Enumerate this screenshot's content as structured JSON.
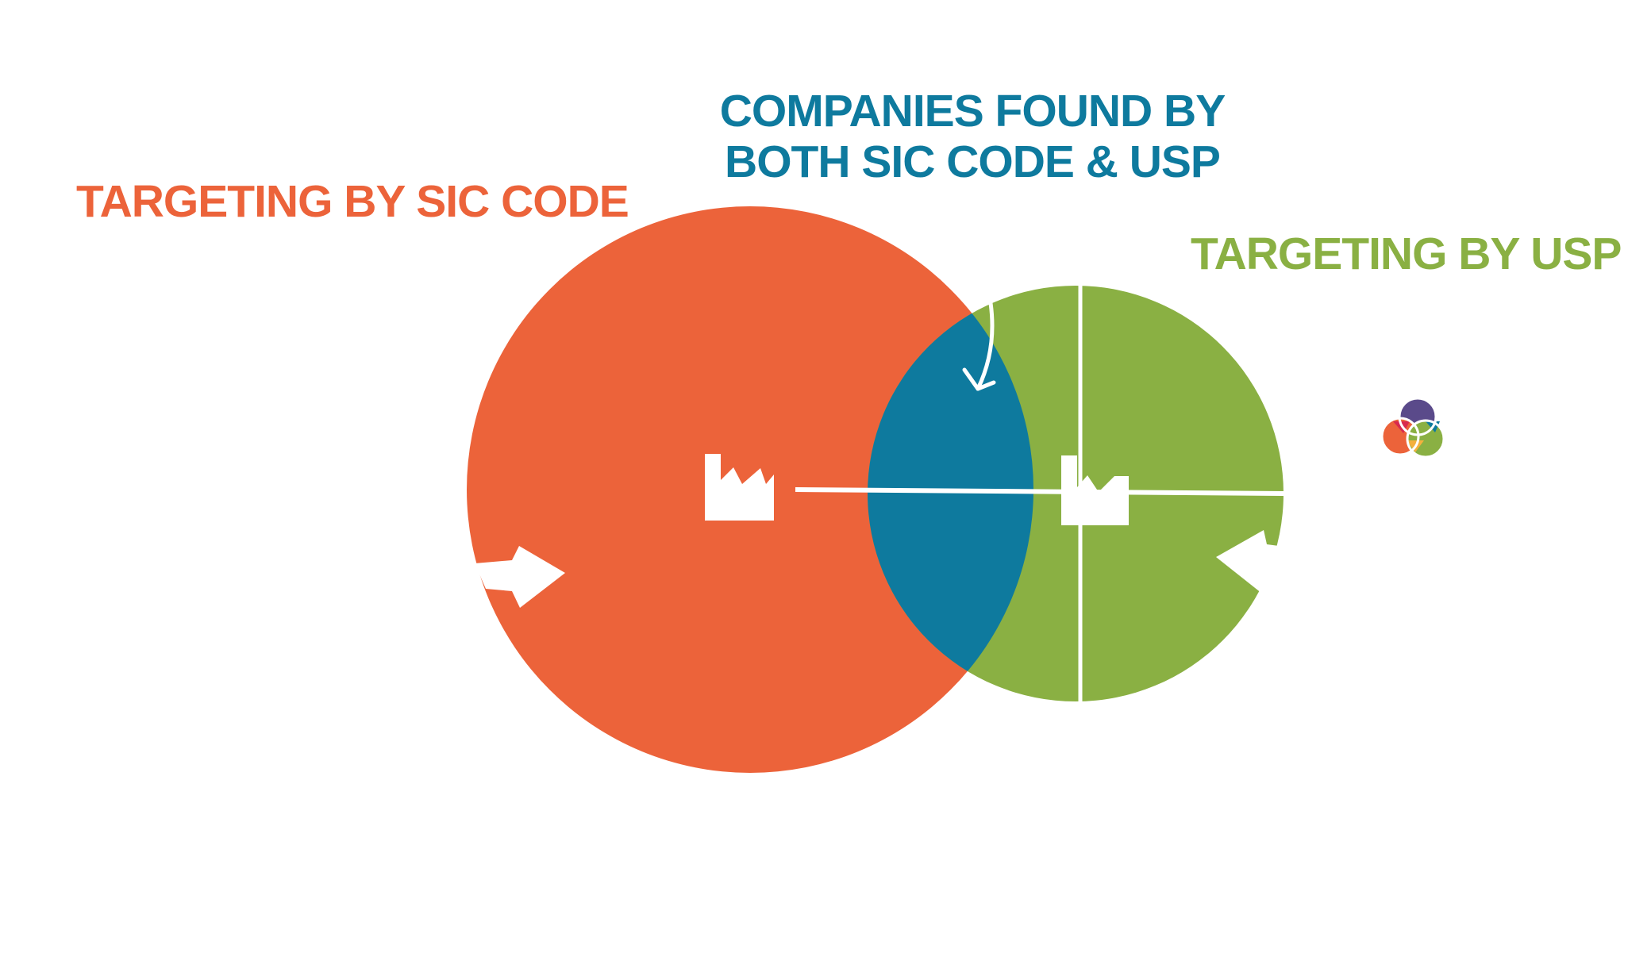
{
  "labels": {
    "sic": "TARGETING BY SIC CODE",
    "both_line1": "COMPANIES FOUND BY",
    "both_line2": "BOTH SIC CODE & USP",
    "usp": "TARGETING BY USP"
  },
  "colors": {
    "sic": "#EC633A",
    "usp": "#8AB043",
    "overlap": "#0E7A9E",
    "logo_purple": "#5A4A8A",
    "logo_red": "#D8294E",
    "logo_yellow": "#F4B13E"
  },
  "icons": [
    "factory-icon",
    "factory-icon",
    "curved-arrow-icon",
    "logo-icon"
  ]
}
